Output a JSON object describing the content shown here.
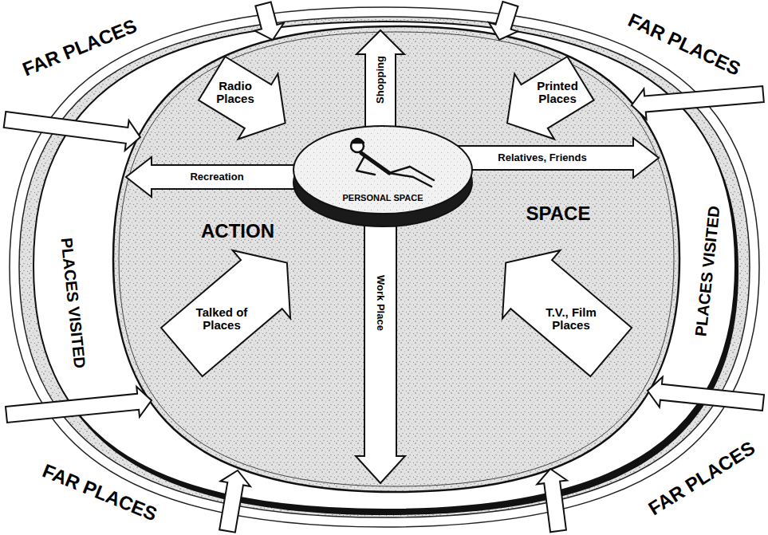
{
  "diagram": {
    "nodes": [
      {
        "text": [
          "PLACES VISITED",
          "PLACES VISITED"
        ]
      },
      {
        "text": [
          "ACTION",
          "SPACE"
        ],
        "in": 0
      },
      {
        "text": [
          "Shopping"
        ],
        "in": 1
      },
      {
        "text": [
          "Radio Places"
        ],
        "in": 1
      },
      {
        "text": [
          "Printed Places"
        ],
        "in": 1
      },
      {
        "text": [
          "Recreation"
        ],
        "in": 1
      },
      {
        "text": [
          "Relatives, Friends"
        ],
        "in": 1
      },
      {
        "text": [
          "Talked of Places"
        ],
        "in": 1
      },
      {
        "text": [
          "T.V., Film Places"
        ],
        "in": 1
      },
      {
        "text": [
          "Work Place"
        ],
        "in": 1
      },
      {
        "text": [
          "PERSONAL SPACE"
        ],
        "in": 1
      }
    ],
    "labels": [
      "FAR PLACES",
      "FAR PLACES",
      "FAR PLACES",
      "FAR PLACES"
    ]
  }
}
